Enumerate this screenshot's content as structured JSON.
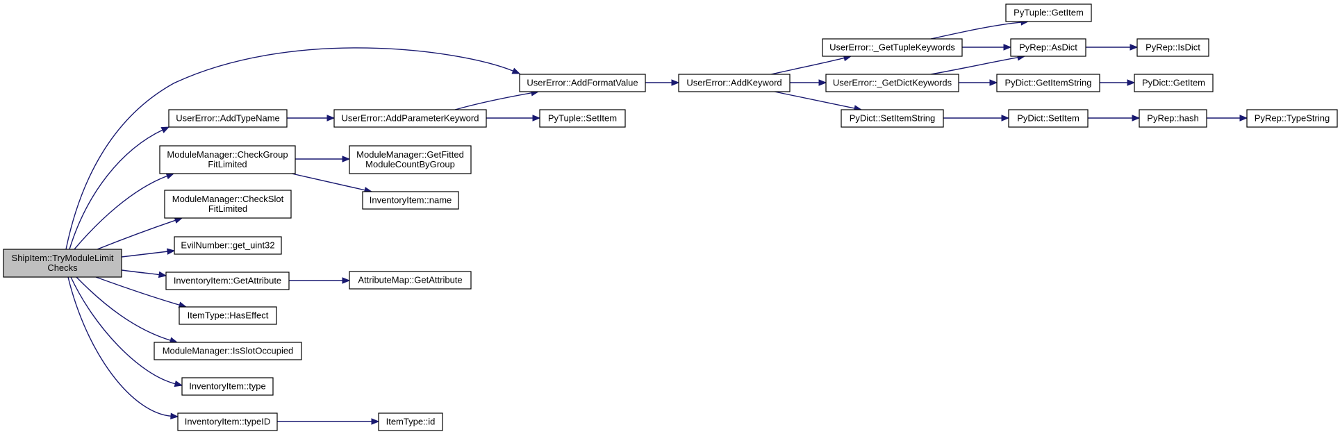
{
  "nodes": [
    {
      "id": "shipitem_try",
      "lines": [
        "ShipItem::TryModuleLimit",
        "Checks"
      ],
      "highlight": true
    },
    {
      "id": "ue_addtypename",
      "lines": [
        "UserError::AddTypeName"
      ]
    },
    {
      "id": "mm_checkgroup",
      "lines": [
        "ModuleManager::CheckGroup",
        "FitLimited"
      ]
    },
    {
      "id": "mm_checkslot",
      "lines": [
        "ModuleManager::CheckSlot",
        "FitLimited"
      ]
    },
    {
      "id": "evil_get",
      "lines": [
        "EvilNumber::get_uint32"
      ]
    },
    {
      "id": "inv_getattr",
      "lines": [
        "InventoryItem::GetAttribute"
      ]
    },
    {
      "id": "it_haseffect",
      "lines": [
        "ItemType::HasEffect"
      ]
    },
    {
      "id": "mm_isslot",
      "lines": [
        "ModuleManager::IsSlotOccupied"
      ]
    },
    {
      "id": "inv_type",
      "lines": [
        "InventoryItem::type"
      ]
    },
    {
      "id": "inv_typeid",
      "lines": [
        "InventoryItem::typeID"
      ]
    },
    {
      "id": "ue_addparam",
      "lines": [
        "UserError::AddParameterKeyword"
      ]
    },
    {
      "id": "mm_getfitted",
      "lines": [
        "ModuleManager::GetFitted",
        "ModuleCountByGroup"
      ]
    },
    {
      "id": "inv_name",
      "lines": [
        "InventoryItem::name"
      ]
    },
    {
      "id": "am_getattr",
      "lines": [
        "AttributeMap::GetAttribute"
      ]
    },
    {
      "id": "it_id",
      "lines": [
        "ItemType::id"
      ]
    },
    {
      "id": "ue_addformat",
      "lines": [
        "UserError::AddFormatValue"
      ]
    },
    {
      "id": "pt_setitem",
      "lines": [
        "PyTuple::SetItem"
      ]
    },
    {
      "id": "ue_addkeyword",
      "lines": [
        "UserError::AddKeyword"
      ]
    },
    {
      "id": "ue_gettuple",
      "lines": [
        "UserError::_GetTupleKeywords"
      ]
    },
    {
      "id": "ue_getdict",
      "lines": [
        "UserError::_GetDictKeywords"
      ]
    },
    {
      "id": "pd_setitemstring",
      "lines": [
        "PyDict::SetItemString"
      ]
    },
    {
      "id": "pt_getitem",
      "lines": [
        "PyTuple::GetItem"
      ]
    },
    {
      "id": "pr_asdict",
      "lines": [
        "PyRep::AsDict"
      ]
    },
    {
      "id": "pd_getitemstring",
      "lines": [
        "PyDict::GetItemString"
      ]
    },
    {
      "id": "pd_setitem",
      "lines": [
        "PyDict::SetItem"
      ]
    },
    {
      "id": "pr_isdict",
      "lines": [
        "PyRep::IsDict"
      ]
    },
    {
      "id": "pd_getitem",
      "lines": [
        "PyDict::GetItem"
      ]
    },
    {
      "id": "pr_hash",
      "lines": [
        "PyRep::hash"
      ]
    },
    {
      "id": "pr_typestring",
      "lines": [
        "PyRep::TypeString"
      ]
    }
  ],
  "edges": [
    {
      "from": "shipitem_try",
      "to": "ue_addformat"
    },
    {
      "from": "shipitem_try",
      "to": "ue_addtypename"
    },
    {
      "from": "shipitem_try",
      "to": "mm_checkgroup"
    },
    {
      "from": "shipitem_try",
      "to": "mm_checkslot"
    },
    {
      "from": "shipitem_try",
      "to": "evil_get"
    },
    {
      "from": "shipitem_try",
      "to": "inv_getattr"
    },
    {
      "from": "shipitem_try",
      "to": "it_haseffect"
    },
    {
      "from": "shipitem_try",
      "to": "mm_isslot"
    },
    {
      "from": "shipitem_try",
      "to": "inv_type"
    },
    {
      "from": "shipitem_try",
      "to": "inv_typeid"
    },
    {
      "from": "ue_addtypename",
      "to": "ue_addparam"
    },
    {
      "from": "ue_addparam",
      "to": "ue_addformat"
    },
    {
      "from": "ue_addparam",
      "to": "pt_setitem"
    },
    {
      "from": "mm_checkgroup",
      "to": "mm_getfitted"
    },
    {
      "from": "mm_checkgroup",
      "to": "inv_name"
    },
    {
      "from": "inv_getattr",
      "to": "am_getattr"
    },
    {
      "from": "inv_typeid",
      "to": "it_id"
    },
    {
      "from": "ue_addformat",
      "to": "ue_addkeyword"
    },
    {
      "from": "ue_addkeyword",
      "to": "ue_gettuple"
    },
    {
      "from": "ue_addkeyword",
      "to": "ue_getdict"
    },
    {
      "from": "ue_addkeyword",
      "to": "pd_setitemstring"
    },
    {
      "from": "ue_gettuple",
      "to": "pt_getitem"
    },
    {
      "from": "ue_gettuple",
      "to": "pr_asdict"
    },
    {
      "from": "ue_getdict",
      "to": "pr_asdict"
    },
    {
      "from": "ue_getdict",
      "to": "pd_getitemstring"
    },
    {
      "from": "pd_setitemstring",
      "to": "pd_setitem"
    },
    {
      "from": "pr_asdict",
      "to": "pr_isdict"
    },
    {
      "from": "pd_getitemstring",
      "to": "pd_getitem"
    },
    {
      "from": "pd_setitem",
      "to": "pr_hash"
    },
    {
      "from": "pr_hash",
      "to": "pr_typestring"
    }
  ],
  "colors": {
    "node_fill": "#ffffff",
    "node_highlight_fill": "#bfbfbf",
    "node_stroke": "#000000",
    "edge_stroke": "#191970"
  }
}
